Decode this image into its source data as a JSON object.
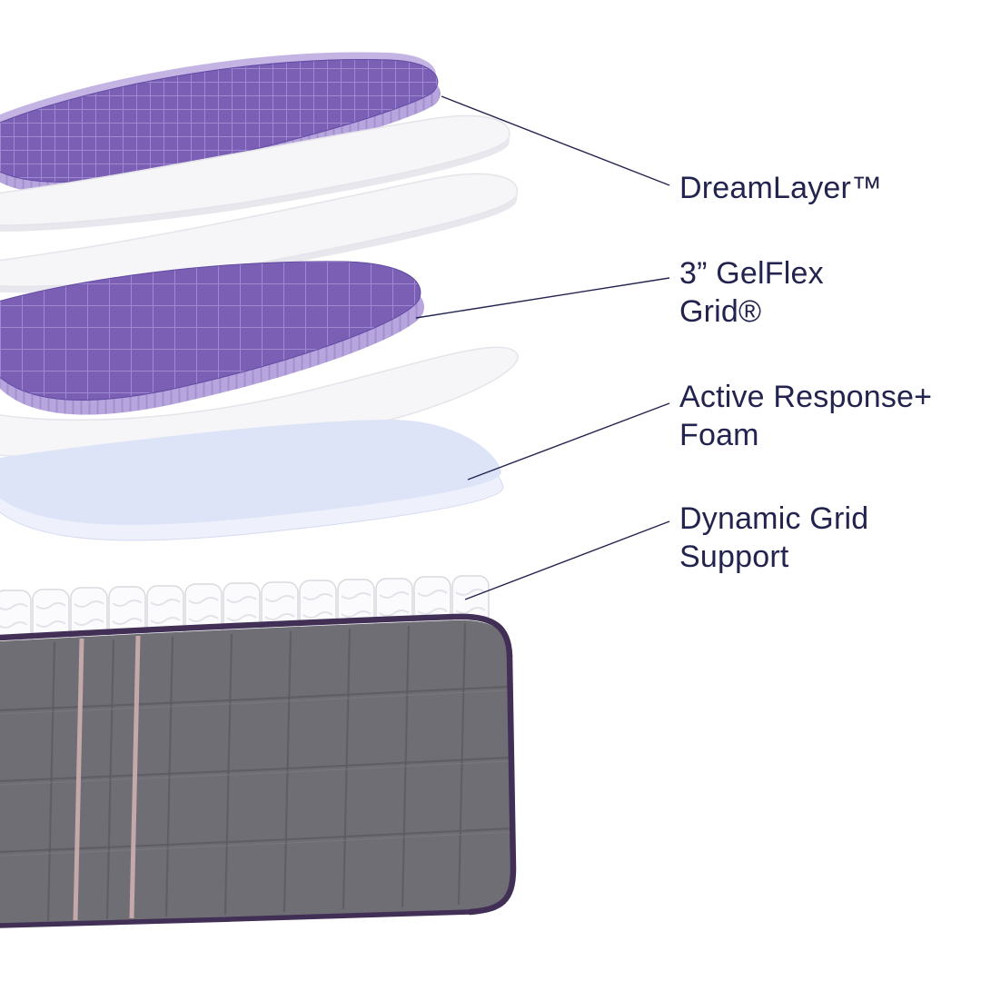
{
  "figure": {
    "kind": "mattress-layer-cutaway-diagram",
    "labels": [
      {
        "id": "dreamlayer",
        "lines": [
          "DreamLayer™",
          ""
        ]
      },
      {
        "id": "gelflex-grid",
        "lines": [
          "3” GelFlex",
          "Grid®"
        ]
      },
      {
        "id": "active-response-foam",
        "lines": [
          "Active Response+",
          "Foam"
        ]
      },
      {
        "id": "dynamic-grid-support",
        "lines": [
          "Dynamic Grid",
          "Support"
        ]
      }
    ],
    "colors": {
      "text": "#23234f",
      "leader_line": "#23234f",
      "grid_purple": "#7a5fb5",
      "grid_line": "#9f88d2",
      "edge_purple": "#b7a5dd",
      "ridge_line": "#a390cf",
      "foam_white": "#f6f6f8",
      "foam_lavender": "#dee4f7",
      "coil_white": "#fbfbfd",
      "base_gray": "#6f6e74",
      "quilt_line": "#5d5c62",
      "piping_purple": "#412f56",
      "stripe_mauve": "#c9abad"
    }
  }
}
